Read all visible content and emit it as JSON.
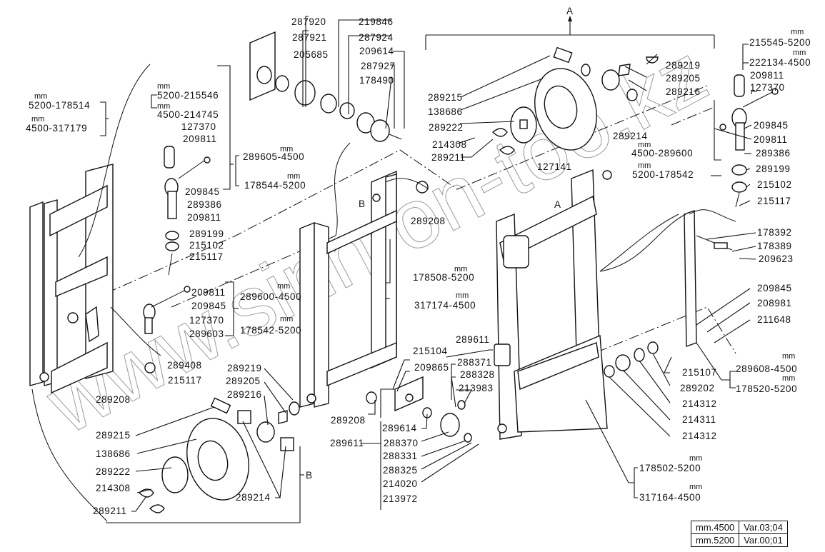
{
  "diagram": {
    "title": "Mast assembly exploded view — rollers, chain anchors and channels",
    "watermark": "www.sinhron-too.kz",
    "section_markers": {
      "A": "A",
      "B": "B"
    },
    "mm_unit": "mm",
    "callouts": {
      "top_left_channel": [
        {
          "mm": "mm",
          "text": "5200-178514"
        },
        {
          "mm": "mm",
          "text": "4500-317179"
        }
      ],
      "chain_anchor_left_variants": [
        {
          "mm": "mm",
          "text": "5200-215546"
        },
        {
          "mm": "mm",
          "text": "4500-214745"
        }
      ],
      "chain_anchor_left_parts": [
        "127370",
        "209811",
        "209845",
        "289386",
        "209811",
        "289199",
        "215102",
        "215117"
      ],
      "chain_anchor_left_assembly": [
        {
          "text": "289605-4500",
          "mm": "mm"
        },
        {
          "text": "178544-5200",
          "mm": "mm"
        }
      ],
      "lower_anchor_parts": [
        "209811",
        "209845",
        "127370",
        "289603"
      ],
      "lower_anchor_assembly": [
        {
          "text": "289600-4500",
          "mm": "mm"
        },
        {
          "text": "178542-5200",
          "mm": "mm"
        }
      ],
      "left_bottom_parts": [
        "289408",
        "215117",
        "289208"
      ],
      "pulley_top": [
        "287920",
        "287921",
        "205685",
        "219846",
        "287924",
        "209614",
        "287927",
        "178490"
      ],
      "roller_A": [
        "289215",
        "138686",
        "289222",
        "214308",
        "289211",
        "289219",
        "289205",
        "289216",
        "289214"
      ],
      "mid_inner_parts": [
        "127141",
        "289208"
      ],
      "inner_channel": [
        {
          "text": "178508-5200",
          "mm": "mm"
        },
        {
          "text": "317174-4500",
          "mm": "mm"
        }
      ],
      "right_anchor_variants": [
        {
          "text": "215545-5200",
          "mm": "mm"
        },
        {
          "text": "222134-4500",
          "mm": "mm"
        }
      ],
      "right_anchor_parts": [
        "209811",
        "127370",
        "209845",
        "209811",
        "289386",
        "289199",
        "215102",
        "215117"
      ],
      "right_anchor_assembly": [
        {
          "mm": "mm",
          "text": "4500-289600"
        },
        {
          "mm": "mm",
          "text": "5200-178542"
        }
      ],
      "right_hose_parts": [
        "178392",
        "178389",
        "209623"
      ],
      "right_bottom_parts": [
        "209845",
        "208981",
        "211648"
      ],
      "right_bottom_assembly": [
        {
          "text": "289608-4500",
          "mm": "mm"
        },
        {
          "text": "178520-5200",
          "mm": "mm"
        }
      ],
      "right_rollers": [
        "215107",
        "289202",
        "214312",
        "214311",
        "214312"
      ],
      "sheave": [
        "289611",
        "215104",
        "209865",
        "288371",
        "288328",
        "213983",
        "289208",
        "289614",
        "289611",
        "288370",
        "288331",
        "288325",
        "214020",
        "213972"
      ],
      "outer_channel": [
        {
          "text": "178502-5200",
          "mm": "mm"
        },
        {
          "text": "317164-4500",
          "mm": "mm"
        }
      ],
      "roller_B": [
        "289219",
        "289205",
        "289216",
        "289215",
        "138686",
        "289222",
        "214308",
        "289211",
        "289214"
      ]
    },
    "variant_table": [
      {
        "length": "mm.4500",
        "variant": "Var.03;04"
      },
      {
        "length": "mm.5200",
        "variant": "Var.00;01"
      }
    ]
  }
}
